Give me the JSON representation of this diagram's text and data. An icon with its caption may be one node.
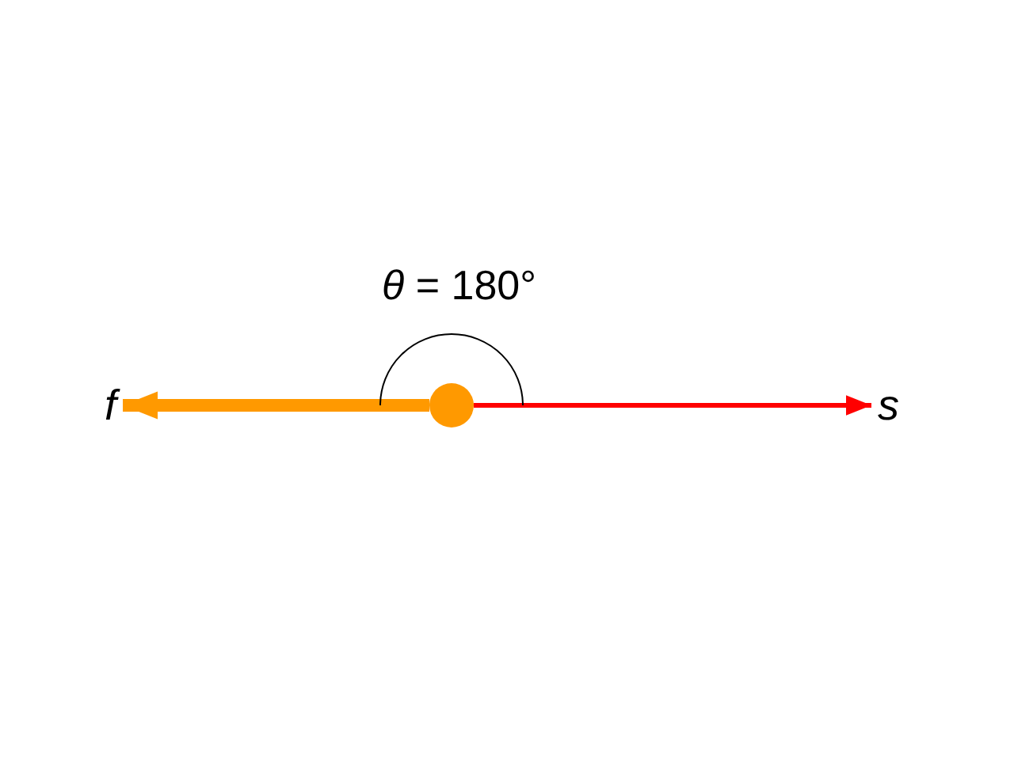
{
  "diagram": {
    "nodes": [
      {
        "text": [],
        "shape": "circle"
      },
      {
        "text": [
          "f"
        ]
      },
      {
        "text": [
          "s"
        ]
      }
    ],
    "edges": [
      {
        "from": 0,
        "to": 1,
        "arrow": "to",
        "style": "thick",
        "color": "#ff9900"
      },
      {
        "from": 0,
        "to": 2,
        "arrow": "to",
        "color": "#ff0000"
      }
    ],
    "labels": [
      "*θ* = 180°"
    ]
  }
}
